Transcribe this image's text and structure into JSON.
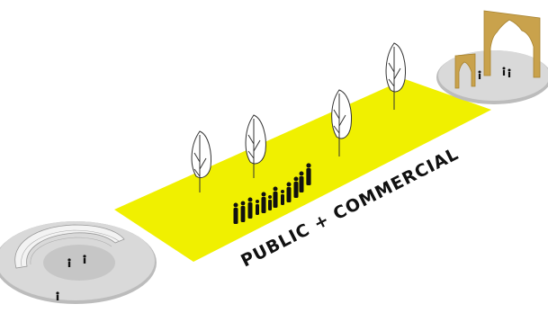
{
  "diagram": {
    "zone_label": "PUBLIC + COMMERCIAL",
    "colors": {
      "background": "#ffffff",
      "zone_fill": "#f0f000",
      "plaza_fill": "#d9d9d9",
      "plaza_shadow": "#bcbcbc",
      "arch_fill": "#c9a24c",
      "tree_stroke": "#333333",
      "people": "#111111"
    },
    "elements": {
      "zone": "yellow-public-commercial-zone",
      "left_plaza": "amphitheater-plaza",
      "right_plaza": "gateway-arch-plaza",
      "trees": 4,
      "crowd": "people-silhouettes"
    }
  }
}
